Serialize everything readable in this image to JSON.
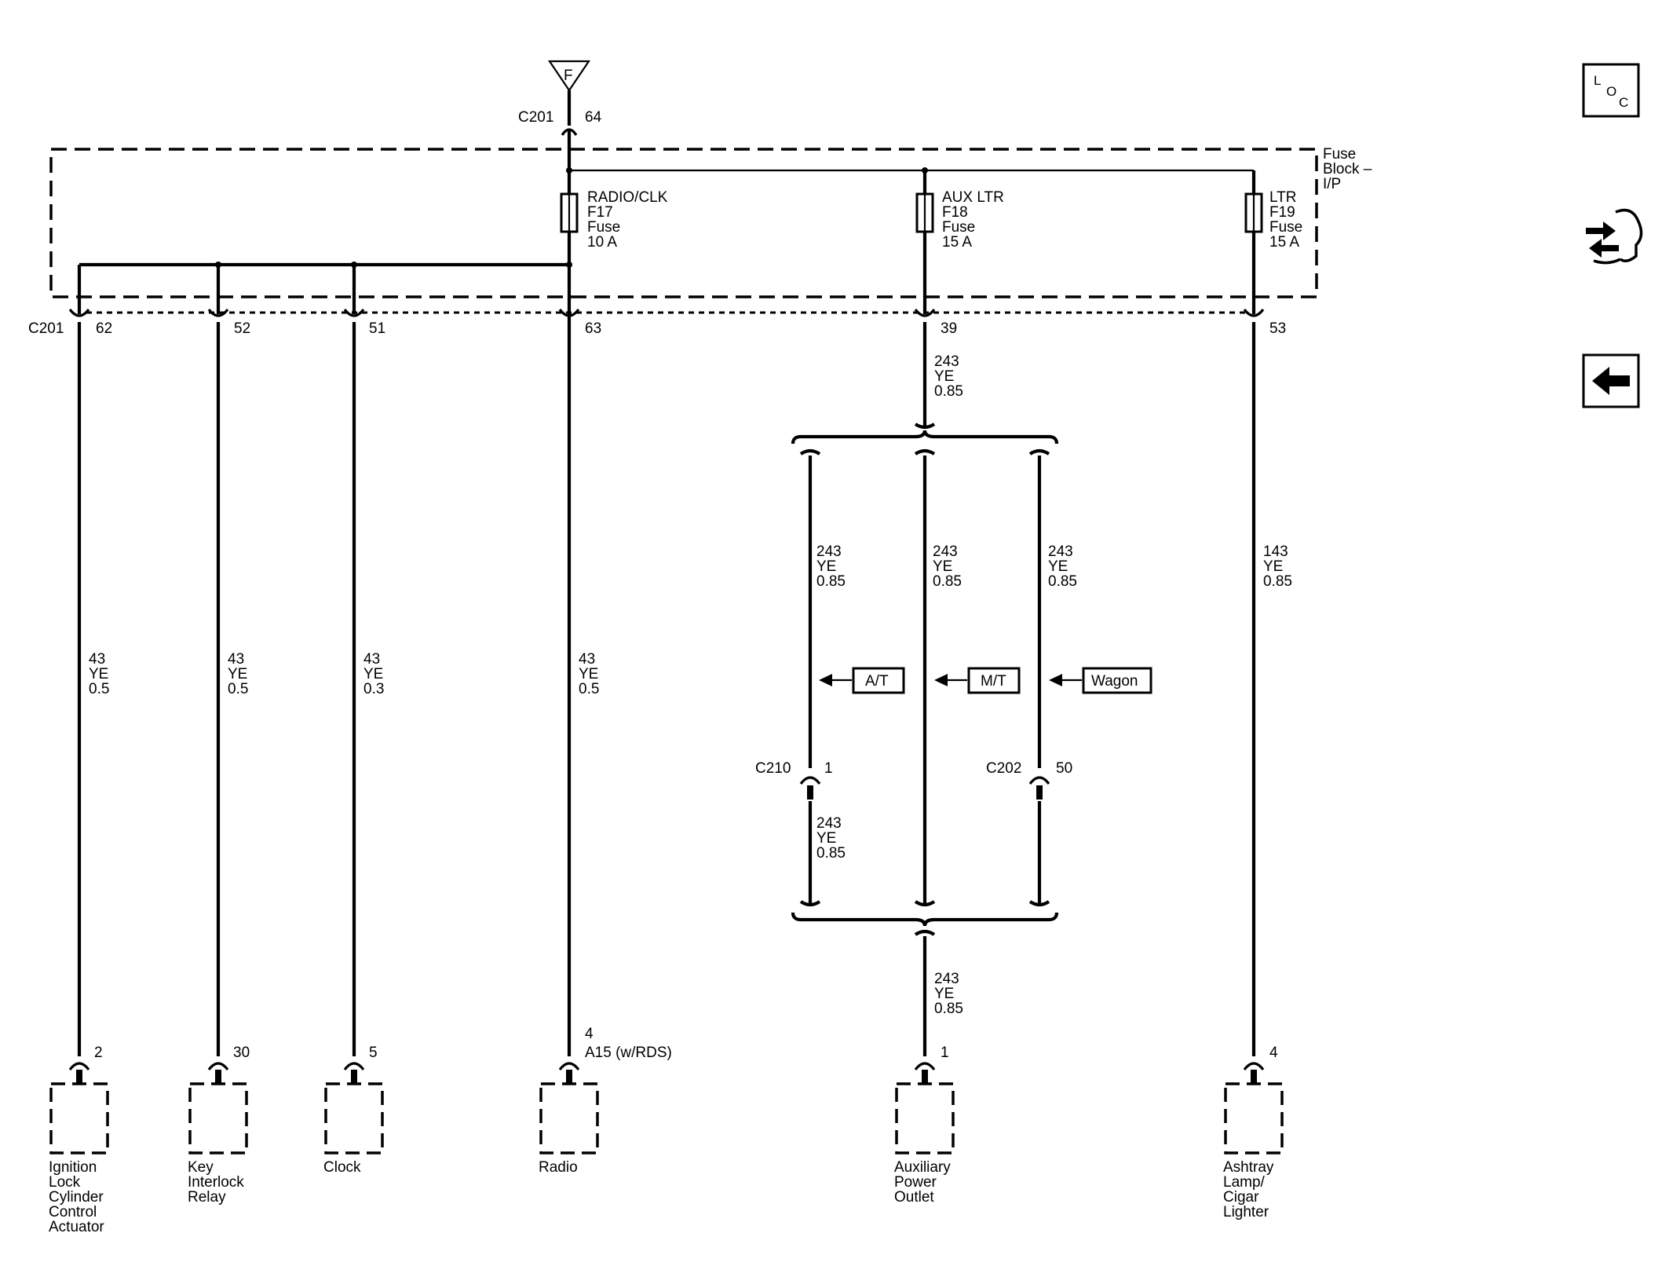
{
  "ground": {
    "label": "F",
    "connector": "C201",
    "pin": "64"
  },
  "fuse_block": {
    "line1": "Fuse",
    "line2": "Block –",
    "line3": "I/P"
  },
  "fuses": [
    {
      "name": "RADIO/CLK",
      "id": "F17",
      "type": "Fuse",
      "rating": "10 A"
    },
    {
      "name": "AUX LTR",
      "id": "F18",
      "type": "Fuse",
      "rating": "15 A"
    },
    {
      "name": "LTR",
      "id": "F19",
      "type": "Fuse",
      "rating": "15 A"
    }
  ],
  "c201": {
    "connector": "C201",
    "pins": [
      "62",
      "52",
      "51",
      "63",
      "39",
      "53"
    ]
  },
  "wires": {
    "ignition": {
      "circuit": "43",
      "color": "YE",
      "size": "0.5"
    },
    "key": {
      "circuit": "43",
      "color": "YE",
      "size": "0.5"
    },
    "clock": {
      "circuit": "43",
      "color": "YE",
      "size": "0.3"
    },
    "radio": {
      "circuit": "43",
      "color": "YE",
      "size": "0.5"
    },
    "aux_top": {
      "circuit": "243",
      "color": "YE",
      "size": "0.85"
    },
    "at": {
      "circuit": "243",
      "color": "YE",
      "size": "0.85"
    },
    "mt": {
      "circuit": "243",
      "color": "YE",
      "size": "0.85"
    },
    "wagon": {
      "circuit": "243",
      "color": "YE",
      "size": "0.85"
    },
    "at_lower": {
      "circuit": "243",
      "color": "YE",
      "size": "0.85"
    },
    "aux_bottom": {
      "circuit": "243",
      "color": "YE",
      "size": "0.85"
    },
    "ltr": {
      "circuit": "143",
      "color": "YE",
      "size": "0.85"
    }
  },
  "options": {
    "at": "A/T",
    "mt": "M/T",
    "wagon": "Wagon"
  },
  "inline": {
    "c210": {
      "connector": "C210",
      "pin": "1"
    },
    "c202": {
      "connector": "C202",
      "pin": "50"
    }
  },
  "components": {
    "ignition": {
      "pin": "2",
      "lines": [
        "Ignition",
        "Lock",
        "Cylinder",
        "Control",
        "Actuator"
      ]
    },
    "key": {
      "pin": "30",
      "lines": [
        "Key",
        "Interlock",
        "Relay"
      ]
    },
    "clock": {
      "pin": "5",
      "lines": [
        "Clock"
      ]
    },
    "radio": {
      "pin": "4",
      "ref": "A15 (w/RDS)",
      "lines": [
        "Radio"
      ]
    },
    "aux": {
      "pin": "1",
      "lines": [
        "Auxiliary",
        "Power",
        "Outlet"
      ]
    },
    "ltr": {
      "pin": "4",
      "lines": [
        "Ashtray",
        "Lamp/",
        "Cigar",
        "Lighter"
      ]
    }
  },
  "nav": {
    "loc_icon": {
      "l": "L",
      "o": "O",
      "c": "C"
    },
    "icons": [
      "loc-icon",
      "connector-icon",
      "back-arrow-icon"
    ]
  }
}
